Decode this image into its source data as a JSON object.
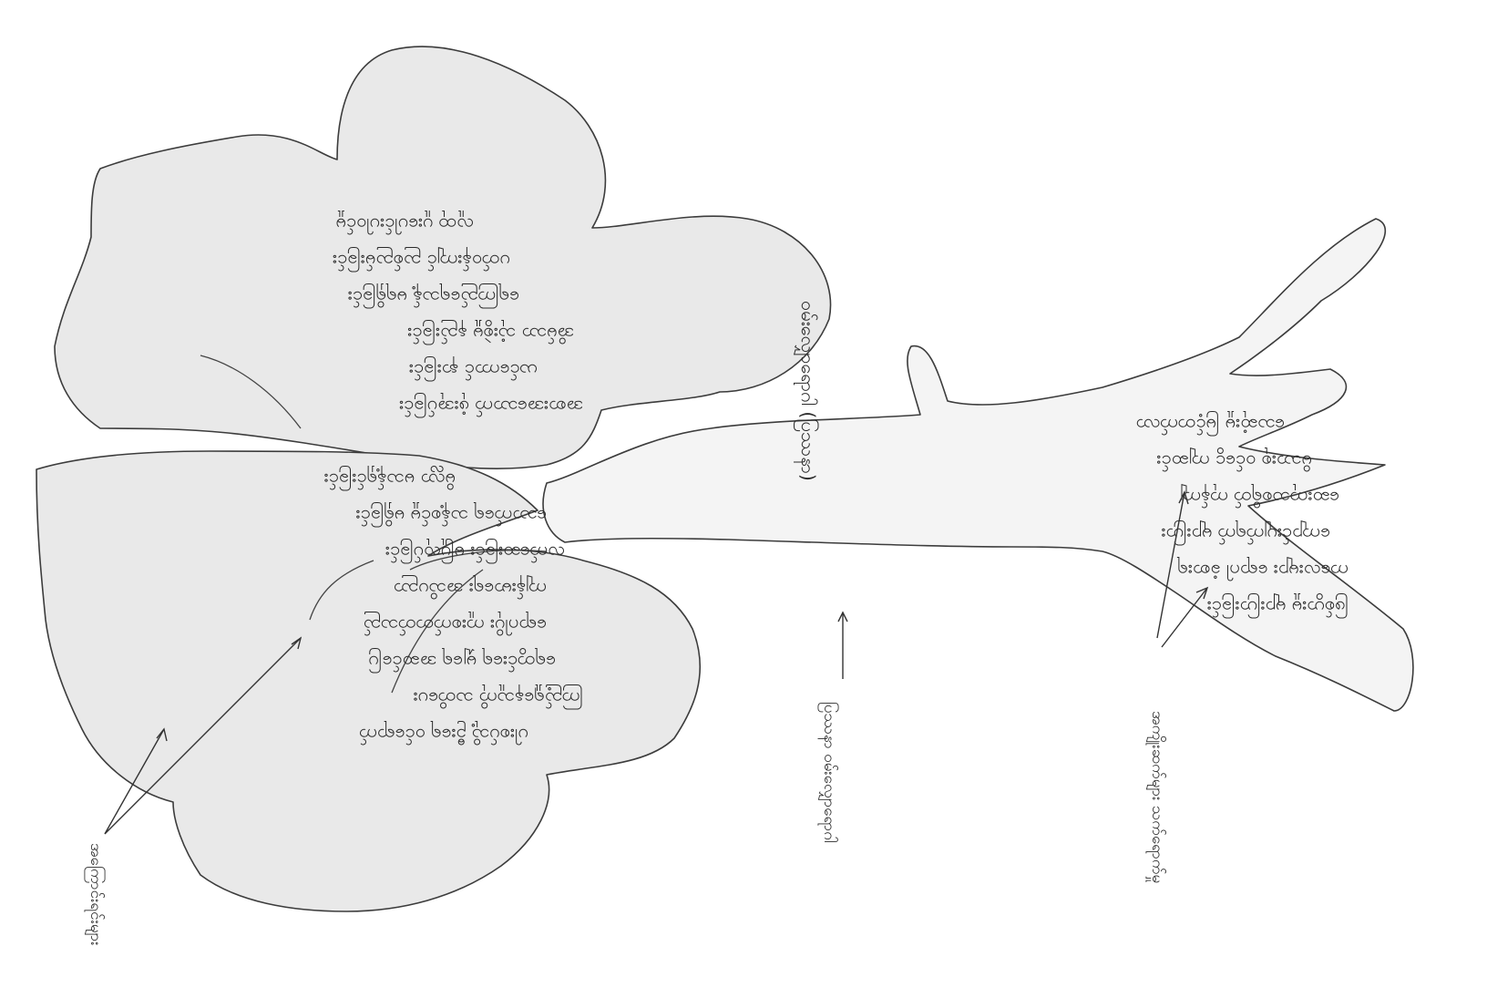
{
  "leaf_cluster_lines": [
    "ပါးစပ်သို့ ဦးရေ ဝင်ရောက်",
    "ကြည့်ရှုနေသူကို သတိပေး",
    "ရေတွင်းရေ မျှရေ အဆင်ပြေ",
    "ရောဂါပိုး ကူးစက်တတ်သည်",
    "ကျန်းမာရေး အသိပညာ",
    "လက်ဆေးခြင်း မပြုလုပ်ခြင်း",
    "သောက်ရေ သန့်စင်မှု မရှိခြင်း",
    "မိလ္လာ မသန့်ရှင်းခြင်း",
    "အစားအသောက် ဖုံးအုပ်ခြင်း",
    "ယင်ကောင် နားခြင်း",
    "အိမ်သာ သုံးစွဲမှု နည်းခြင်း",
    "ရေကြည်ရေသန့် မရရှိခြင်း",
    "ပတ်ဝန်းကျင် ညစ်ညမ်းခြင်း",
    "လူထု ပူးပေါင်းပါဝင်မှု"
  ],
  "trunk_label": "ဝမ်းလျှောရောဂါ (ပြဿနာ)",
  "root_lines": [
    "ဖြစ်ပွားမှု များပြားခြင်း",
    "ကလေးများ ရောဂါ ခံစားရ",
    "ကျောင်းပျက်ရက် များပြား",
    "ဆေးကုသစရိတ် ကုန်ကျ",
    "မိသားစု ဝင်ငွေ ကျဆင်း",
    "သေဆုံးမှု မြင့်တက်လာ"
  ],
  "annotations": {
    "leaves": "အကြောင်းရင်းများ",
    "trunk": "ပြဿနာ ဝမ်းလျှောရောဂါ",
    "roots": "အကျိုးဆက်များ သက်ရောက်မှု"
  }
}
